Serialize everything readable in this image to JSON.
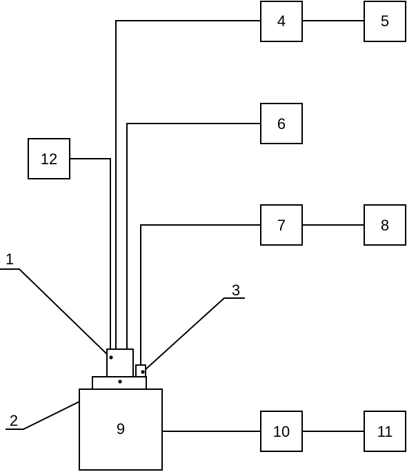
{
  "diagram": {
    "blocks": {
      "b4": "4",
      "b5": "5",
      "b6": "6",
      "b7": "7",
      "b8": "8",
      "b9": "9",
      "b10": "10",
      "b11": "11",
      "b12": "12"
    },
    "callouts": {
      "c1": "1",
      "c2": "2",
      "c3": "3"
    }
  }
}
